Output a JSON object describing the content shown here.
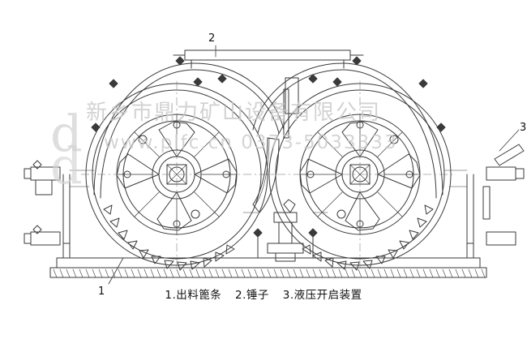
{
  "figure": {
    "title": "",
    "caption_items": [
      "1.出料篦条",
      "2.锤子",
      "3.液压开启装置"
    ],
    "callouts": [
      {
        "id": "1",
        "label": "1"
      },
      {
        "id": "2",
        "label": "2"
      },
      {
        "id": "3",
        "label": "3"
      }
    ],
    "watermark": {
      "line1": "新乡市鼎力矿山设备有限公司",
      "line2": "www.plfc.cn  0373-5033333",
      "mark": "d",
      "mark2": "d"
    },
    "colors": {
      "line": "#3a3a3a",
      "background": "#ffffff",
      "text": "#111111",
      "watermark": "#c9c9c9"
    },
    "alt": "双转子锤式破碎机结构剖视图"
  }
}
